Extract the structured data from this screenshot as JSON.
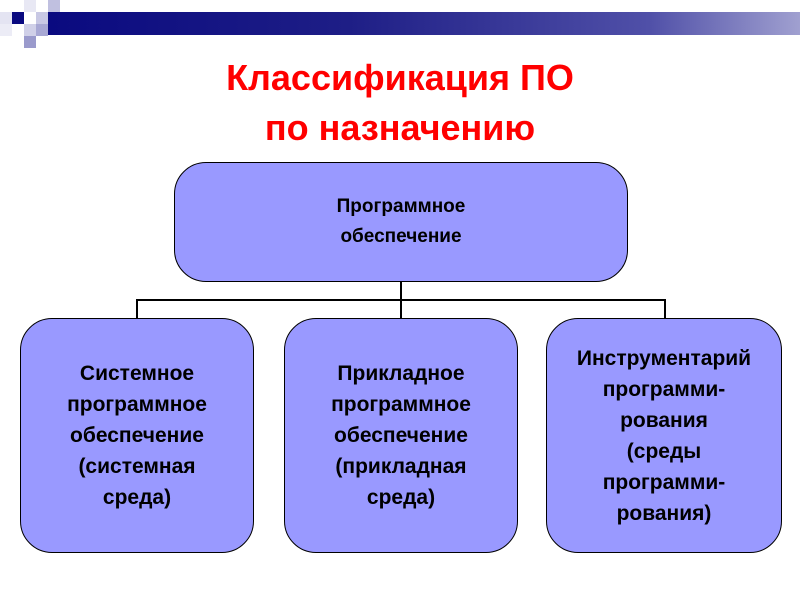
{
  "title": {
    "line1": "Классификация ПО",
    "line2": "по назначению"
  },
  "root": {
    "label": "Программное\nобеспечение"
  },
  "children": [
    {
      "label": "Системное\nпрограммное\nобеспечение\n(системная\nсреда)"
    },
    {
      "label": "Прикладное\nпрограммное\nобеспечение\n(прикладная\nсреда)"
    },
    {
      "label": "Инструментарий\nпрограмми-\nрования\n(среды\nпрограмми-\nрования)"
    }
  ],
  "colors": {
    "box": "#9999ff",
    "title": "#ff0000",
    "header_bar": "#0a0a80"
  }
}
